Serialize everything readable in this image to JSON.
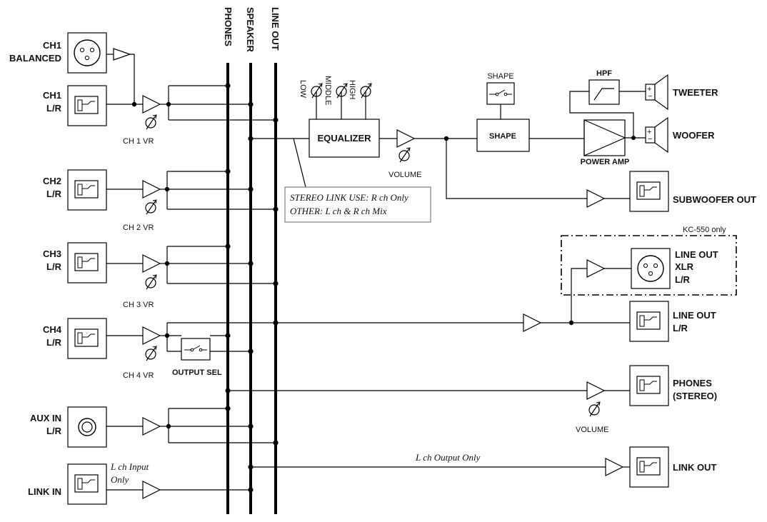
{
  "buses": {
    "phones": "PHONES",
    "speaker": "SPEAKER",
    "line_out": "LINE OUT"
  },
  "inputs": {
    "ch1_balanced": [
      "CH1",
      "BALANCED"
    ],
    "ch1_lr": [
      "CH1",
      "L/R"
    ],
    "ch2_lr": [
      "CH2",
      "L/R"
    ],
    "ch3_lr": [
      "CH3",
      "L/R"
    ],
    "ch4_lr": [
      "CH4",
      "L/R"
    ],
    "aux_in": [
      "AUX IN",
      "L/R"
    ],
    "link_in": "LINK IN"
  },
  "volume_labels": {
    "ch1": "CH 1  VR",
    "ch2": "CH 2  VR",
    "ch3": "CH 3  VR",
    "ch4": "CH 4  VR",
    "main": "VOLUME",
    "phones": "VOLUME"
  },
  "eq_knobs": [
    "LOW",
    "MIDDLE",
    "HIGH"
  ],
  "blocks": {
    "equalizer": "EQUALIZER",
    "shape": "SHAPE",
    "shape_switch": "SHAPE",
    "hpf": "HPF",
    "power_amp": "POWER AMP",
    "output_sel": "OUTPUT SEL"
  },
  "outputs": {
    "tweeter": "TWEETER",
    "woofer": "WOOFER",
    "subwoofer_out": "SUBWOOFER OUT",
    "line_out_xlr": [
      "LINE OUT",
      "XLR",
      "L/R"
    ],
    "line_out_lr": [
      "LINE OUT",
      "L/R"
    ],
    "phones_stereo": [
      "PHONES",
      "(STEREO)"
    ],
    "link_out": "LINK OUT"
  },
  "notes": {
    "kc550": "KC-550 only",
    "stereo_link": [
      "STEREO LINK USE: R ch Only",
      "OTHER: L ch & R ch Mix"
    ],
    "link_in_note": [
      "L ch Input",
      "Only"
    ],
    "l_ch_output": "L ch Output Only"
  }
}
